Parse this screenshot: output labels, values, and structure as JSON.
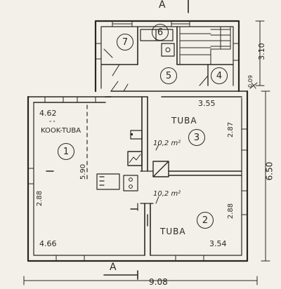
{
  "colors": {
    "paper": "#f3f0ea",
    "ink": "#2a2622"
  },
  "plan": {
    "section_mark_top": "A",
    "section_mark_bottom": "A",
    "overall_width": "9.08",
    "overall_height": "6.50",
    "upper_depth": "3.10",
    "wall_thickness": "0.09",
    "room1": {
      "number": "1",
      "dim_top": "4.62",
      "dim_bottom": "4.66",
      "dim_side_a": "5.90",
      "dim_side_b": "2.88",
      "label": "KOOK-TUBA",
      "ditto": "\" \""
    },
    "room2": {
      "number": "2",
      "label": "TUBA",
      "dim_side": "2.88",
      "dim_bottom": "3.54",
      "area": "10,2 m²"
    },
    "room3": {
      "number": "3",
      "label": "TUBA",
      "dim_top": "3.55",
      "dim_side": "2.87",
      "area": "10,2 m²"
    },
    "room4": {
      "number": "4"
    },
    "room5": {
      "number": "5"
    },
    "room6": {
      "number": "6"
    },
    "room7": {
      "number": "7"
    }
  }
}
